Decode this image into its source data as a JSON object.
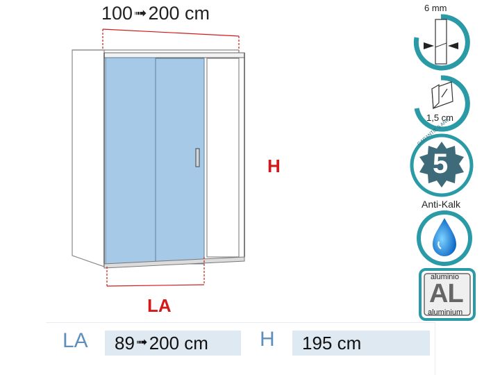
{
  "top_width_range": {
    "from": "100",
    "to": "200 cm"
  },
  "label_height": "H",
  "label_width": "LA",
  "dimensions": {
    "width_label": "LA",
    "width_value_from": "89",
    "width_value_to": "200 cm",
    "height_label": "H",
    "height_value": "195 cm"
  },
  "features": {
    "glass_thickness": "6 mm",
    "profile_adjust": "1,5 cm",
    "guarantee_text": "GARANTIE 5 ANS",
    "guarantee_years": "5",
    "anti_limescale": "Anti-Kalk",
    "material_top": "aluminio",
    "material_abbr": "AL",
    "material_bottom": "aluminium"
  },
  "colors": {
    "glass": "#a5c9e6",
    "dimension_red": "#d31a1a",
    "accent_teal": "#2a9aa6",
    "label_blue": "#5f8fbd",
    "value_box": "#dfe9f1"
  }
}
